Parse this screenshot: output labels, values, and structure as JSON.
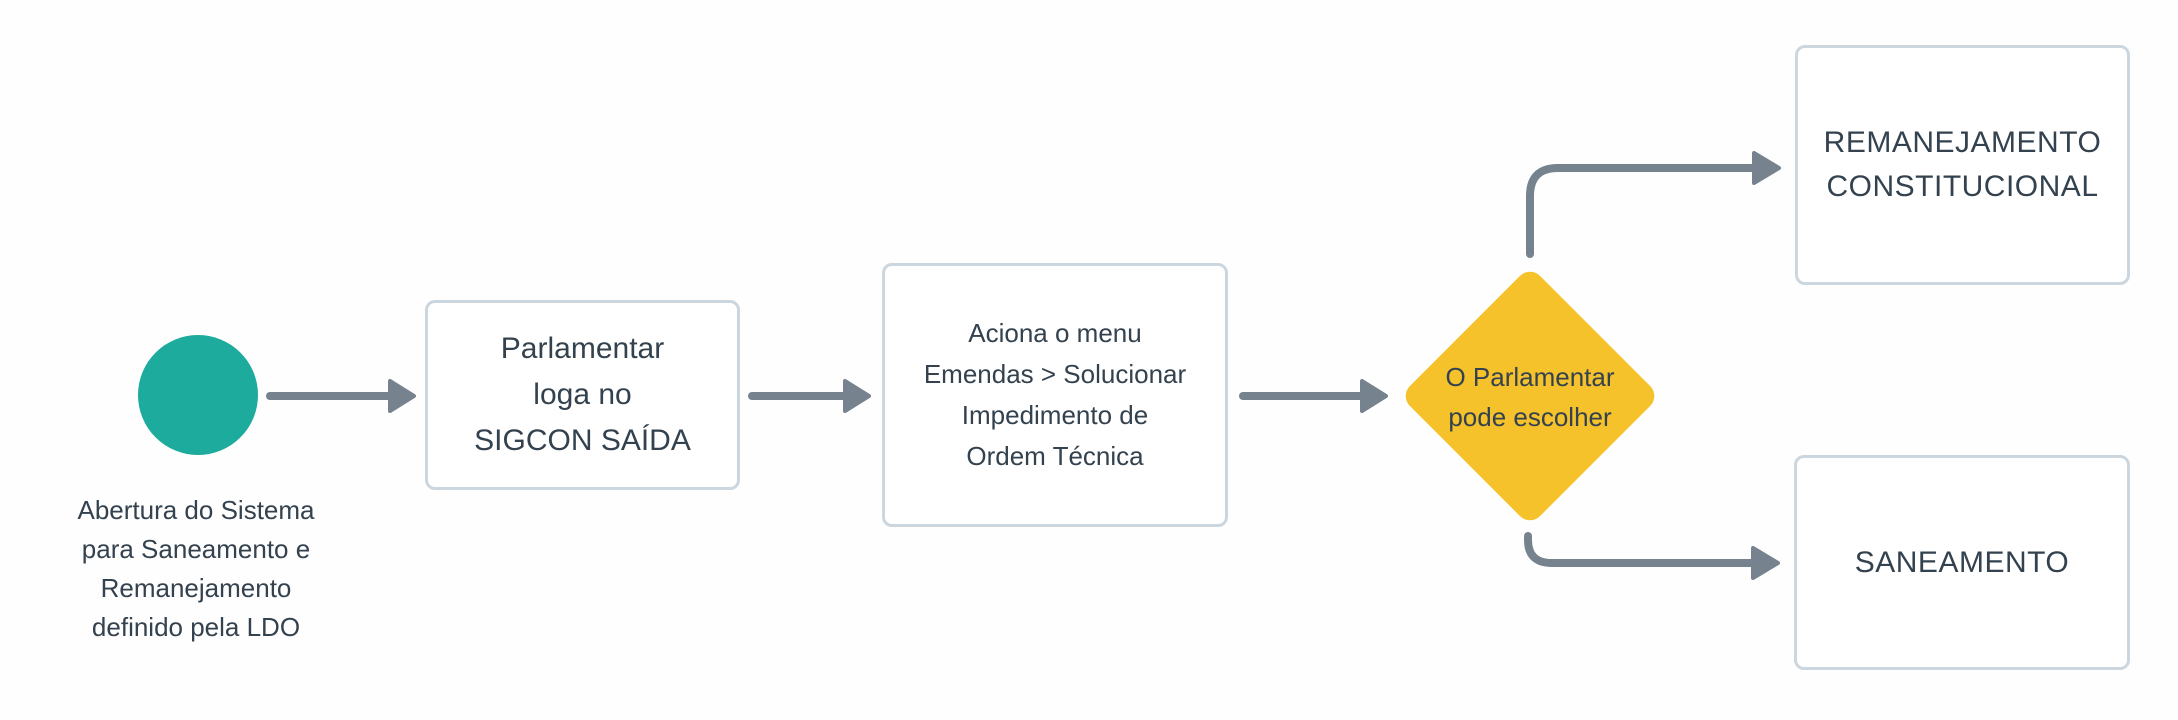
{
  "flowchart": {
    "start": {
      "lines": [
        "Abertura do Sistema",
        "para Saneamento e",
        "Remanejamento",
        "definido pela LDO"
      ]
    },
    "login": {
      "lines": [
        "Parlamentar",
        "loga no",
        "SIGCON SAÍDA"
      ]
    },
    "menu": {
      "lines": [
        "Aciona o menu",
        "Emendas > Solucionar",
        "Impedimento de",
        "Ordem Técnica"
      ]
    },
    "decision": {
      "lines": [
        "O Parlamentar",
        "pode escolher"
      ]
    },
    "outcome_top": {
      "lines": [
        "REMANEJAMENTO",
        "CONSTITUCIONAL"
      ]
    },
    "outcome_bottom": {
      "lines": [
        "SANEAMENTO"
      ]
    }
  },
  "colors": {
    "background": "#fefefe",
    "node_fill": "#ffffff",
    "node_border": "#ccd6de",
    "start_circle": "#1cab9c",
    "decision_fill": "#f6c22b",
    "arrow": "#76838f",
    "text": "#33424e"
  }
}
